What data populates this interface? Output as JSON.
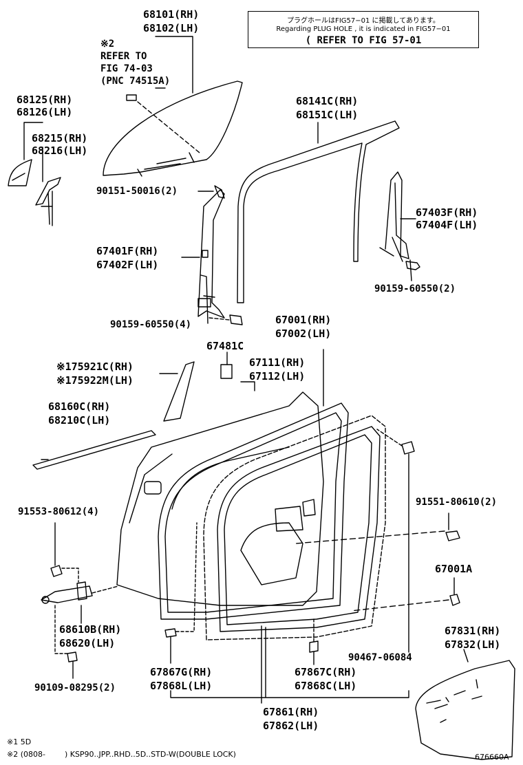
{
  "notice": {
    "line1": "プラグホールはFIG57−01 に掲載してあります。",
    "line2": "Regarding PLUG HOLE , it is indicated in FIG57−01",
    "line3": "( REFER TO FIG 57-01"
  },
  "labels": {
    "p68101": "68101(RH)",
    "p68102": "68102(LH)",
    "refer_mark": "※2",
    "refer1": "REFER TO",
    "refer2": "FIG 74-03",
    "refer3": "(PNC 74515A)",
    "p68125": "68125(RH)",
    "p68126": "68126(LH)",
    "p68215": "68215(RH)",
    "p68216": "68216(LH)",
    "p68141": "68141C(RH)",
    "p68151": "68151C(LH)",
    "p90151": "90151-50016(2)",
    "p67403": "67403F(RH)",
    "p67404": "67404F(LH)",
    "p67401": "67401F(RH)",
    "p67402": "67402F(LH)",
    "p90159b": "90159-60550(2)",
    "p90159a": "90159-60550(4)",
    "p67001": "67001(RH)",
    "p67002": "67002(LH)",
    "p67481": "67481C",
    "p75921": "※175921C(RH)",
    "p75922": "※175922M(LH)",
    "p67111": "67111(RH)",
    "p67112": "67112(LH)",
    "p68160": "68160C(RH)",
    "p68210": "68210C(LH)",
    "p91553": "91553-80612(4)",
    "p91551": "91551-80610(2)",
    "p67001a": "67001A",
    "p68610": "68610B(RH)",
    "p68620": "68620(LH)",
    "p67831": "67831(RH)",
    "p67832": "67832(LH)",
    "p90467": "90467-06084",
    "p90109": "90109-08295(2)",
    "p67867g": "67867G(RH)",
    "p67868l": "67868L(LH)",
    "p67867c": "67867C(RH)",
    "p67868c": "67868C(LH)",
    "p67861": "67861(RH)",
    "p67862": "67862(LH)"
  },
  "footnotes": {
    "n1": "※1 5D",
    "n2": "※2 (0808-        ) KSP90..JPP..RHD..5D..STD-W(DOUBLE LOCK)"
  },
  "figure_code": "676660A"
}
